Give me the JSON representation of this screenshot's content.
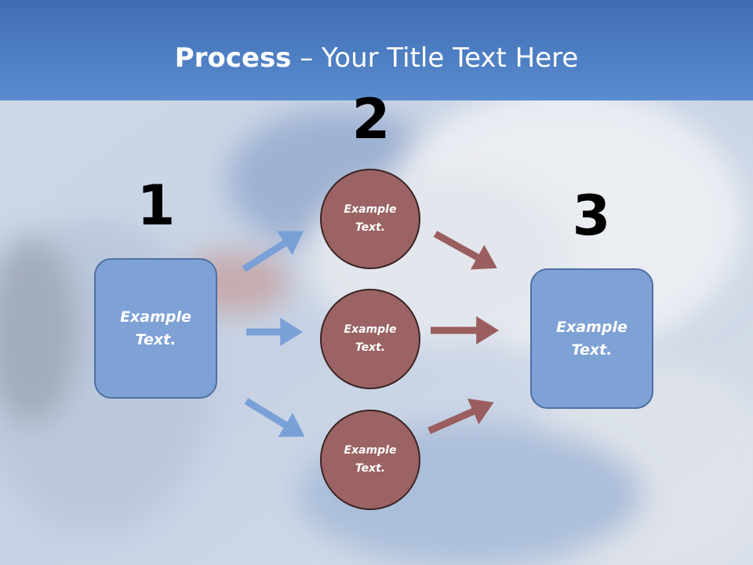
{
  "title": {
    "bold": "Process",
    "rest": " – Your Title Text Here"
  },
  "steps": [
    {
      "number": "1",
      "text": "Example\nText."
    },
    {
      "number": "2"
    },
    {
      "number": "3",
      "text": "Example\nText."
    }
  ],
  "circles": [
    {
      "text": "Example\nText."
    },
    {
      "text": "Example\nText."
    },
    {
      "text": "Example\nText."
    }
  ],
  "colors": {
    "header": "#4d7fc4",
    "box_fill": "#7ea1d6",
    "circle_fill": "#9b6363",
    "arrow_blue": "#7aa0d8",
    "arrow_red": "#9b5e5e"
  }
}
